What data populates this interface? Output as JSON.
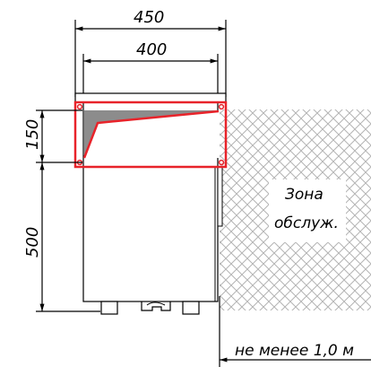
{
  "dimensions": {
    "overall_width": "450",
    "body_width": "400",
    "box_height": "150",
    "base_height": "500"
  },
  "service_zone": {
    "line1": "Зона",
    "line2": "обслуж."
  },
  "clearance_note": "не менее 1,0 м",
  "colors": {
    "line": "#000000",
    "highlight": "#e8232a",
    "fill_gray": "#8c8c8c",
    "hatch": "#b4b4b4"
  }
}
